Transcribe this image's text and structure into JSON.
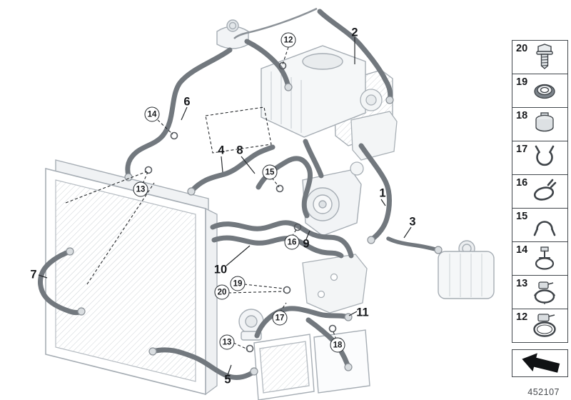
{
  "diagram": {
    "number": "452107"
  },
  "callouts": [
    {
      "label": "2",
      "kind": "plain"
    },
    {
      "label": "12",
      "kind": "circled"
    },
    {
      "label": "6",
      "kind": "plain"
    },
    {
      "label": "14",
      "kind": "circled"
    },
    {
      "label": "4",
      "kind": "plain"
    },
    {
      "label": "8",
      "kind": "plain"
    },
    {
      "label": "15",
      "kind": "circled"
    },
    {
      "label": "13",
      "kind": "circled"
    },
    {
      "label": "1",
      "kind": "plain"
    },
    {
      "label": "3",
      "kind": "plain"
    },
    {
      "label": "16",
      "kind": "circled"
    },
    {
      "label": "9",
      "kind": "plain"
    },
    {
      "label": "10",
      "kind": "plain"
    },
    {
      "label": "7",
      "kind": "plain"
    },
    {
      "label": "19",
      "kind": "circled"
    },
    {
      "label": "20",
      "kind": "circled"
    },
    {
      "label": "17",
      "kind": "circled"
    },
    {
      "label": "11",
      "kind": "plain"
    },
    {
      "label": "13",
      "kind": "circled"
    },
    {
      "label": "18",
      "kind": "circled"
    },
    {
      "label": "5",
      "kind": "plain"
    }
  ],
  "legend": {
    "items": [
      {
        "label": "20",
        "icon": "hex-bolt-icon"
      },
      {
        "label": "19",
        "icon": "grommet-icon"
      },
      {
        "label": "18",
        "icon": "retaining-clip-icon"
      },
      {
        "label": "17",
        "icon": "spring-clamp-icon"
      },
      {
        "label": "16",
        "icon": "spring-band-clamp-icon"
      },
      {
        "label": "15",
        "icon": "spring-clamp-open-icon"
      },
      {
        "label": "14",
        "icon": "screw-type-clamp-icon"
      },
      {
        "label": "13",
        "icon": "worm-drive-clamp-icon"
      },
      {
        "label": "12",
        "icon": "worm-drive-clamp-large-icon"
      }
    ],
    "arrow_icon": "direction-arrow-icon"
  },
  "colors": {
    "line_art": "#a6adb4",
    "hose": "#72787e",
    "leader": "#26292c",
    "legend_border": "#43484d"
  }
}
